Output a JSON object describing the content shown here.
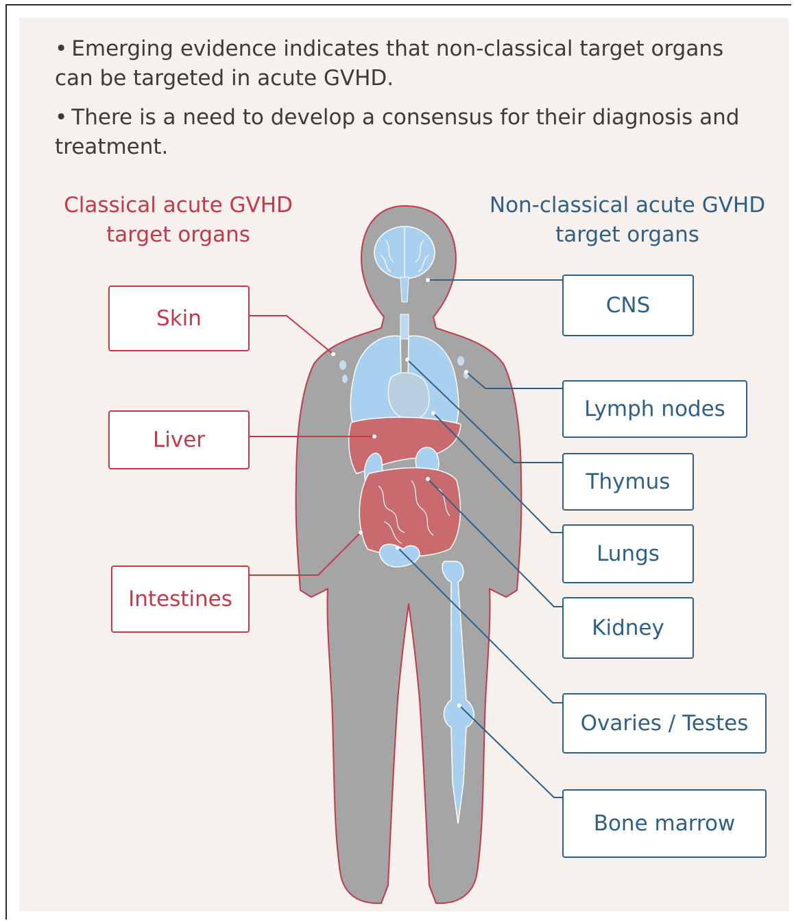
{
  "bullets": [
    {
      "marker": "•",
      "text": "Emerging evidence indicates that non-classical target organs can be targeted in acute GVHD."
    },
    {
      "marker": "•",
      "text": "There is a need to develop a consensus for their diagnosis and treatment."
    }
  ],
  "classical_heading": "Classical acute GVHD target organs",
  "nonclassical_heading": "Non-classical acute GVHD target organs",
  "classical_organs": [
    "Skin",
    "Liver",
    "Intestines"
  ],
  "nonclassical_organs": [
    "CNS",
    "Lymph nodes",
    "Thymus",
    "Lungs",
    "Kidney",
    "Ovaries / Testes",
    "Bone marrow"
  ],
  "colors": {
    "classical": "#c4384a",
    "nonclassical": "#2f5f85",
    "body": "#a5a5a5",
    "organ_blue": "#a9d0ee",
    "organ_red": "#c96a6e",
    "background": "#f6f1ec"
  }
}
